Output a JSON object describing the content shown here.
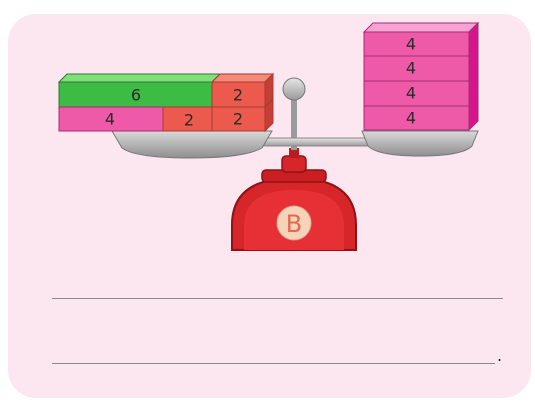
{
  "scale": {
    "label": "B",
    "left_pan": {
      "top_row": [
        "6",
        "2"
      ],
      "bottom_row": [
        "4",
        "2",
        "2"
      ]
    },
    "right_pan": {
      "stack": [
        "4",
        "4",
        "4",
        "4"
      ]
    }
  },
  "answer_lines": {
    "end_mark": "."
  },
  "colors": {
    "card": "#fce6f0",
    "green_block": "#3dbb45",
    "pink_block": "#ef5aa8",
    "red_block": "#ec5a4e",
    "scale_red": "#d6262a",
    "pan_gray": "#a8a8a8"
  }
}
